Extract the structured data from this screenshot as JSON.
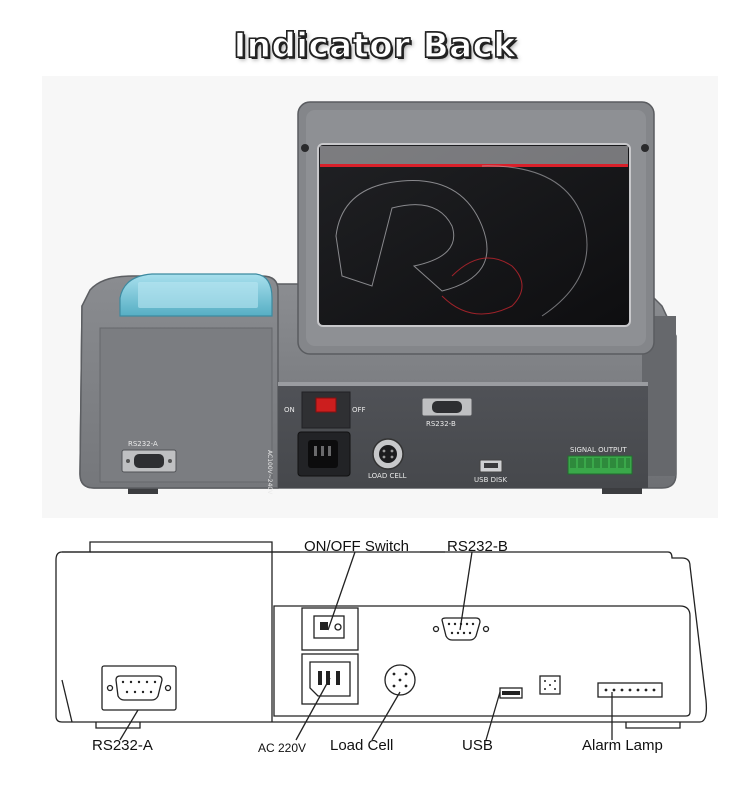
{
  "title": "Indicator Back",
  "photo": {
    "on_label": "ON",
    "off_label": "OFF",
    "ac_label": "AC100V~240V",
    "rs232a_label": "RS232-A",
    "rs232b_label": "RS232-B",
    "load_cell_label": "LOAD CELL",
    "usb_label": "USB DISK",
    "signal_label": "SIGNAL OUTPUT"
  },
  "diagram": {
    "onoff_label": "ON/OFF Switch",
    "rs232b_label": "RS232-B",
    "rs232a_label": "RS232-A",
    "ac_label": "AC 220V",
    "load_cell_label": "Load Cell",
    "usb_label": "USB",
    "alarm_label": "Alarm Lamp"
  },
  "colors": {
    "body_gray": "#7d7f84",
    "screen_red": "#d8202a",
    "switch_red": "#cc1e1e",
    "terminal_green": "#3aa84a",
    "printer_blue": "#6fc3d8"
  }
}
